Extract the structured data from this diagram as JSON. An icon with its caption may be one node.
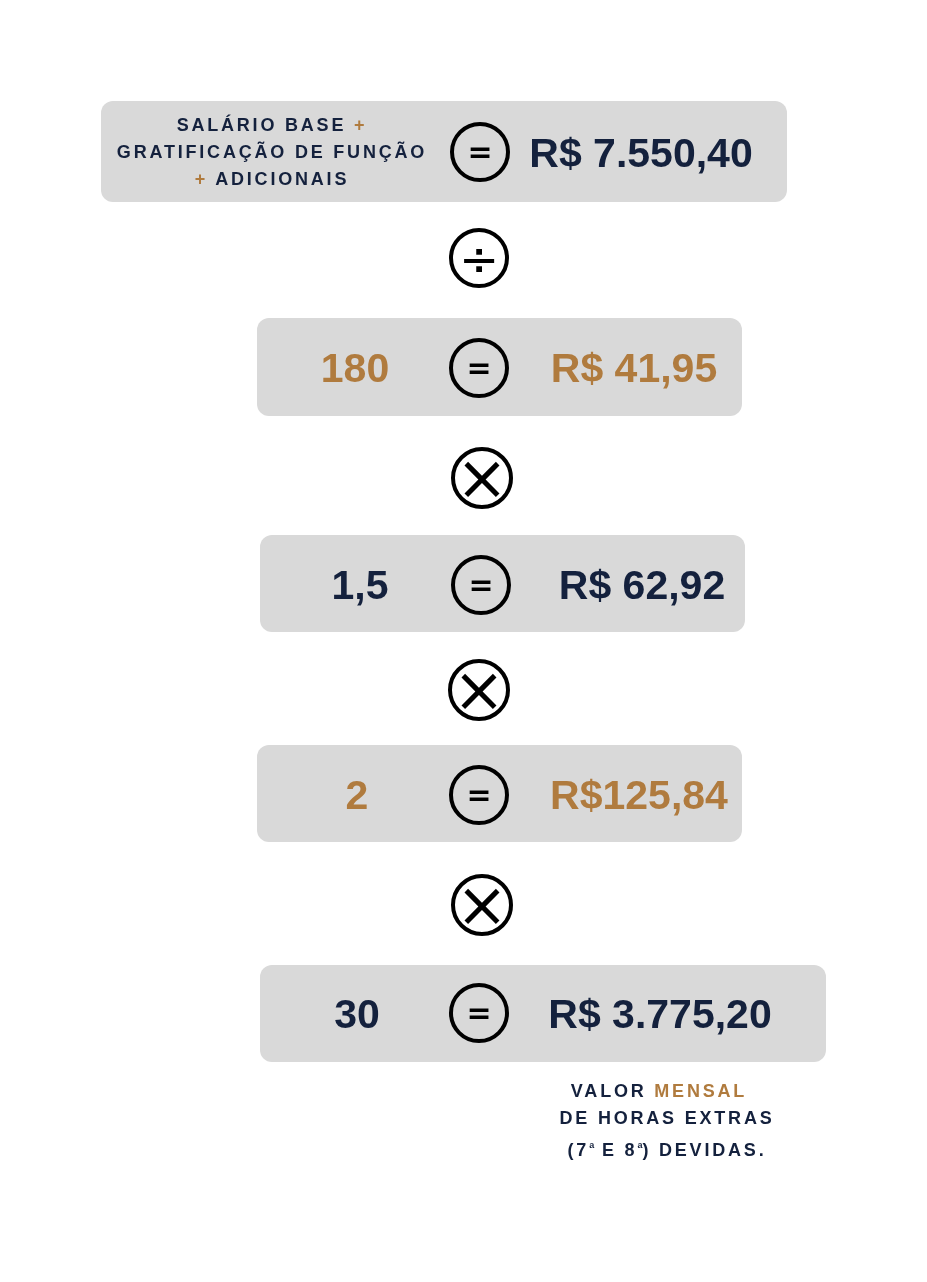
{
  "diagram": {
    "nodes": [
      {
        "text": [
          "SALÁRIO BASE **+** GRATIFICAÇÃO DE FUNÇÃO **+** ADICIONAIS",
          "R$ 7.550,40"
        ]
      },
      {
        "text": [
          "="
        ],
        "in": 0
      },
      {
        "text": [
          "÷"
        ]
      },
      {
        "text": [
          "180",
          "R$ 41,95"
        ]
      },
      {
        "text": [
          "="
        ],
        "in": 3
      },
      {
        "text": [
          "×"
        ]
      },
      {
        "text": [
          "1,5",
          "R$ 62,92"
        ]
      },
      {
        "text": [
          "="
        ],
        "in": 6
      },
      {
        "text": [
          "×"
        ]
      },
      {
        "text": [
          "2",
          "R$125,84"
        ]
      },
      {
        "text": [
          "="
        ],
        "in": 9
      },
      {
        "text": [
          "×"
        ]
      },
      {
        "text": [
          "30",
          "R$ 3.775,20"
        ],
        "beside": [
          "VALOR **MENSAL** DE HORAS EXTRAS (7$^{a}$ E 8$^{a}$) DEVIDAS."
        ]
      },
      {
        "text": [
          "="
        ],
        "in": 12
      }
    ]
  }
}
